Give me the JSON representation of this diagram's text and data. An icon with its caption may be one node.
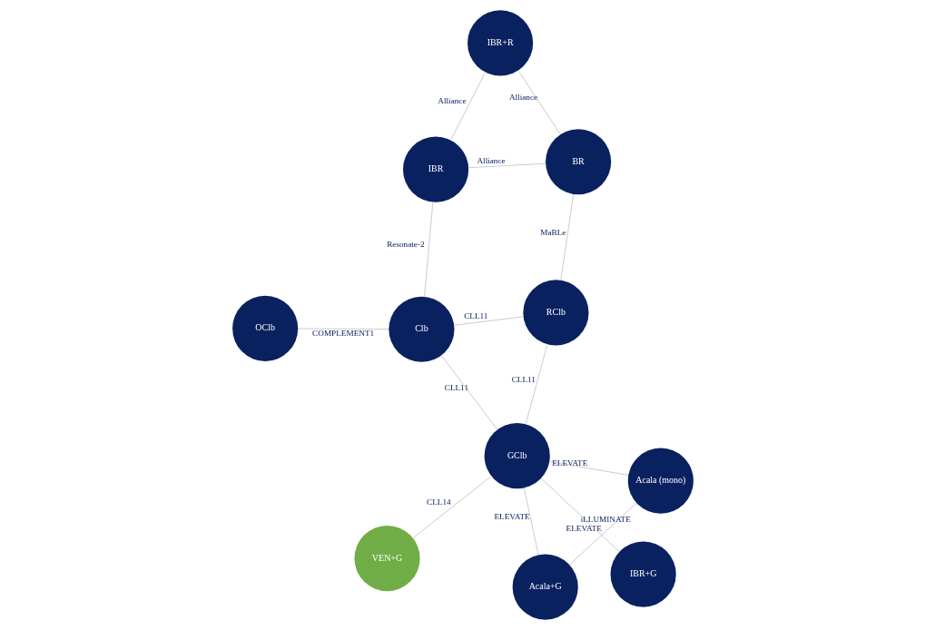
{
  "diagram": {
    "nodes": [
      {
        "text": [
          "IBR+R"
        ]
      },
      {
        "text": [
          "BR"
        ]
      },
      {
        "text": [
          "VEN+G"
        ]
      },
      {
        "text": [
          "IBR"
        ]
      },
      {
        "text": [
          "RClb"
        ]
      },
      {
        "text": [
          "Acala+G"
        ]
      },
      {
        "text": [
          "OClb"
        ]
      },
      {
        "text": [
          "Clb"
        ]
      },
      {
        "text": [
          "GClb"
        ]
      },
      {
        "text": [
          "Acala (mono)"
        ]
      },
      {
        "text": [
          "IBR+G"
        ]
      }
    ],
    "edges": [
      {
        "from": 0,
        "to": 1,
        "arrow": "none",
        "label": "Alliance"
      },
      {
        "from": 0,
        "to": 3,
        "arrow": "none",
        "label": "Alliance"
      },
      {
        "from": 3,
        "to": 1,
        "arrow": "none",
        "label": "Alliance"
      },
      {
        "from": 1,
        "to": 4,
        "arrow": "none",
        "label": "MaBLe"
      },
      {
        "from": 3,
        "to": 7,
        "arrow": "none",
        "label": "Resonate-2"
      },
      {
        "from": 4,
        "to": 7,
        "arrow": "none",
        "label": "CLL11"
      },
      {
        "from": 4,
        "to": 8,
        "arrow": "none",
        "label": "CLL11"
      },
      {
        "from": 6,
        "to": 7,
        "arrow": "none",
        "label": "COMPLEMENT1"
      },
      {
        "from": 7,
        "to": 8,
        "arrow": "none",
        "label": "CLL11"
      },
      {
        "from": 8,
        "to": 2,
        "arrow": "none",
        "label": "CLL14"
      },
      {
        "from": 8,
        "to": 5,
        "arrow": "none",
        "label": "ELEVATE"
      },
      {
        "from": 5,
        "to": 9,
        "arrow": "none",
        "label": "ELEVATE"
      },
      {
        "from": 8,
        "to": 9,
        "arrow": "none",
        "label": "ELEVATE"
      },
      {
        "from": 8,
        "to": 10,
        "arrow": "none",
        "label": "iLLUMINATE"
      }
    ]
  }
}
